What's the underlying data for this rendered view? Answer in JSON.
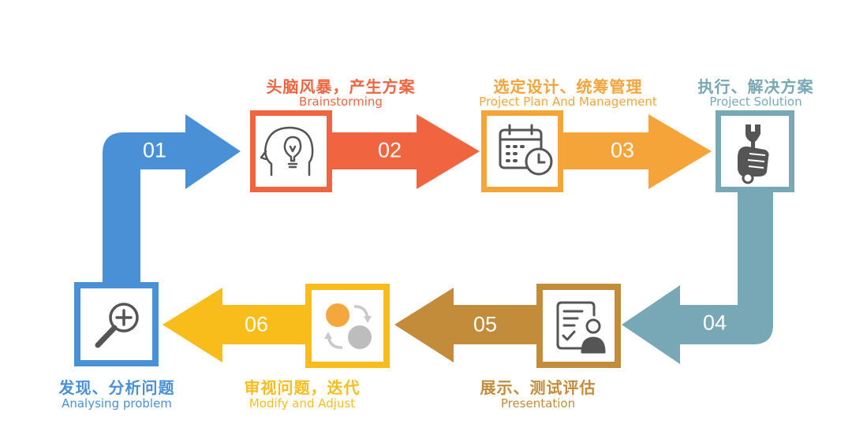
{
  "colors": {
    "blue": "#4a90d6",
    "red": "#f0653f",
    "orange": "#f5a43a",
    "teal": "#78a8b6",
    "brown": "#c28c3b",
    "yellow": "#f8bd1b"
  },
  "steps": [
    {
      "number": "01",
      "title": "发现、分析问题",
      "subtitle": "Analysing problem",
      "icon": "magnifier-plus-icon"
    },
    {
      "number": "02",
      "title": "头脑风暴，产生方案",
      "subtitle": "Brainstorming",
      "icon": "head-lightbulb-icon"
    },
    {
      "number": "03",
      "title": "选定设计、统筹管理",
      "subtitle": "Project Plan And Management",
      "icon": "calendar-clock-icon"
    },
    {
      "number": "04",
      "title": "执行、解决方案",
      "subtitle": "Project Solution",
      "icon": "wrench-hand-icon"
    },
    {
      "number": "05",
      "title": "展示、测试评估",
      "subtitle": "Presentation",
      "icon": "checklist-person-icon"
    },
    {
      "number": "06",
      "title": "审视问题，迭代",
      "subtitle": "Modify and Adjust",
      "icon": "cycle-circles-icon"
    }
  ]
}
